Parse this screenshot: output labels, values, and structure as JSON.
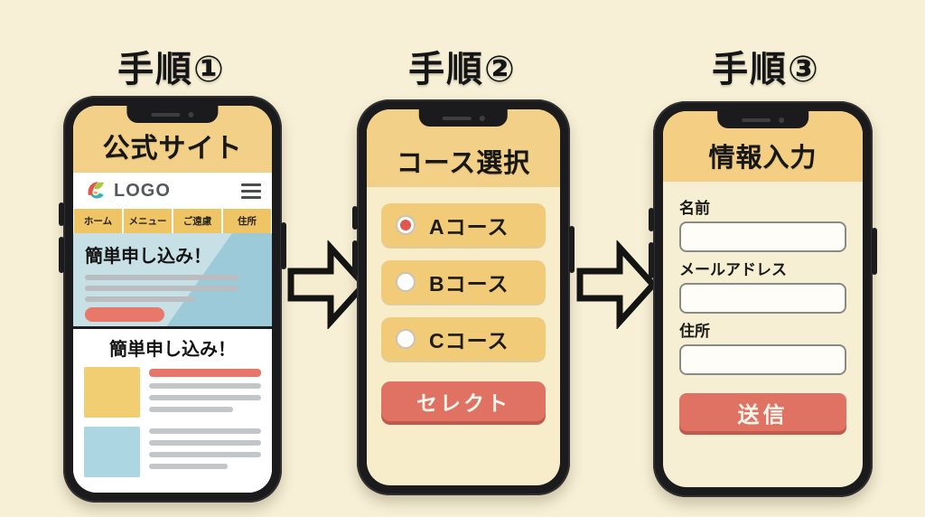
{
  "steps": [
    {
      "label": "手順①"
    },
    {
      "label": "手順②"
    },
    {
      "label": "手順③"
    }
  ],
  "phone1": {
    "title": "公式サイト",
    "logo_text": "LOGO",
    "nav_tabs": [
      "ホーム",
      "メニュー",
      "ご遠慮",
      "住所"
    ],
    "hero_heading": "簡単申し込み！",
    "section_heading": "簡単申し込み！"
  },
  "phone2": {
    "title": "コース選択",
    "options": [
      {
        "label": "Aコース",
        "selected": true
      },
      {
        "label": "Bコース",
        "selected": false
      },
      {
        "label": "Cコース",
        "selected": false
      }
    ],
    "select_button": "セレクト"
  },
  "phone3": {
    "title": "情報入力",
    "fields": [
      {
        "label": "名前",
        "value": ""
      },
      {
        "label": "メールアドレス",
        "value": ""
      },
      {
        "label": "住所",
        "value": ""
      }
    ],
    "submit_button": "送信"
  },
  "icons": {
    "arrow": "right-arrow",
    "logo": "leaf-logo",
    "menu": "hamburger"
  },
  "colors": {
    "background": "#f7f0d6",
    "header_band": "#f3d088",
    "accent_red": "#e07263",
    "radio_selected": "#e2574c",
    "option_amber": "#f1cb78",
    "hero_blue": "#c7e0e6",
    "hero_blue_dark": "#9ccad8",
    "thumb_yellow": "#f2ce73",
    "thumb_blue": "#abd6e2"
  }
}
